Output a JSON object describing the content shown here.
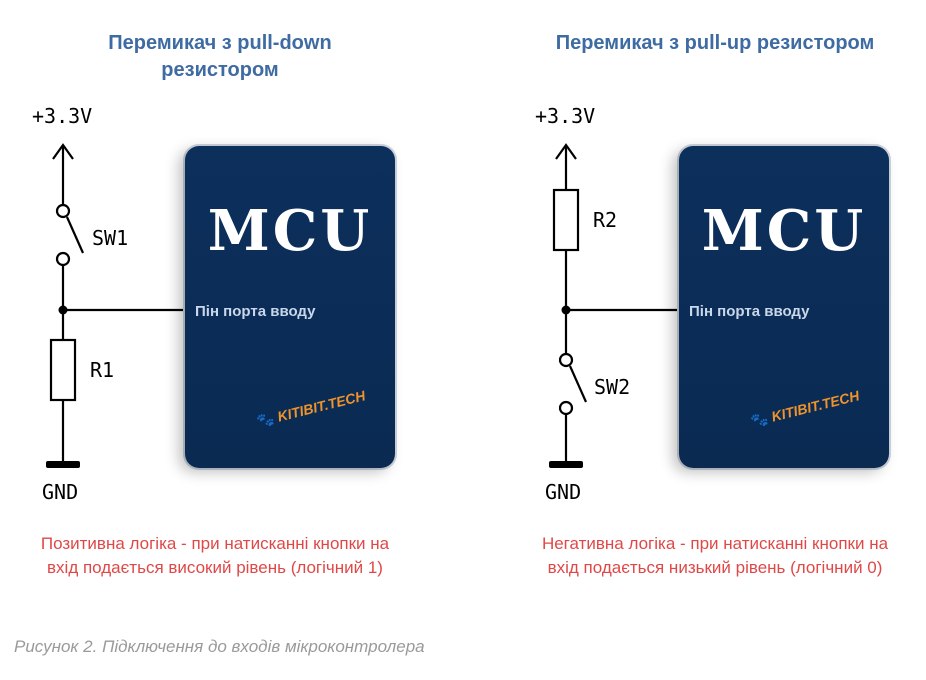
{
  "left": {
    "title": "Перемикач з pull-down резистором",
    "supply": "+3.3V",
    "switch": "SW1",
    "resistor": "R1",
    "ground": "GND",
    "mcu_label": "MCU",
    "pin_label": "Пін порта вводу",
    "brand": "KITIBIT.TECH",
    "note": "Позитивна логіка - при натисканні кнопки на вхід подається високий рівень (логічний 1)"
  },
  "right": {
    "title": "Перемикач з pull-up резистором",
    "supply": "+3.3V",
    "switch": "SW2",
    "resistor": "R2",
    "ground": "GND",
    "mcu_label": "MCU",
    "pin_label": "Пін порта вводу",
    "brand": "KITIBIT.TECH",
    "note": "Негативна логіка - при натисканні кнопки на вхід подається низький рівень (логічний 0)"
  },
  "caption": "Рисунок 2. Підключення до входів мікроконтролера",
  "colors": {
    "title": "#3f6ba3",
    "mcu_bg": "#0c2f5c",
    "brand": "#f0932b",
    "note": "#e04848",
    "caption": "#9a9a9a"
  }
}
